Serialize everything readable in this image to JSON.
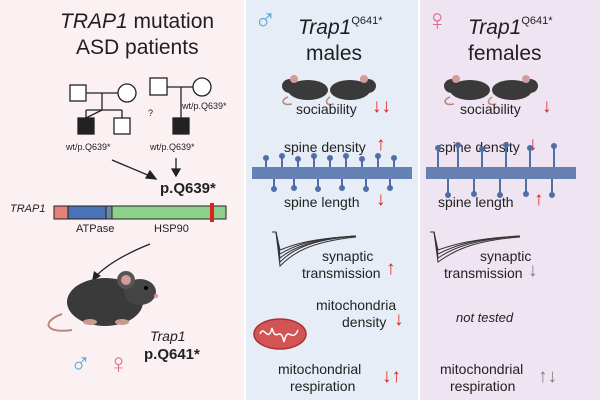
{
  "colors": {
    "left_bg": "#fbf1f3",
    "males_bg": "#e7edf7",
    "females_bg": "#efe4f1",
    "male_symbol": "#5aa7d3",
    "female_symbol": "#e06d88",
    "arrow_red": "#e02020",
    "arrow_gray": "#7d7d7d",
    "membrane_blue": "#4f6fa8",
    "atpase_blue": "#4a73b5",
    "hsp90_green": "#8cd08c",
    "n_term_red": "#e4827a",
    "mutation_red": "#e02020",
    "mito_red": "#d25454"
  },
  "left": {
    "title_gene": "TRAP1",
    "title_rest": " mutation",
    "title_line2": "ASD patients",
    "pedigree_label_1": "wt/p.Q639*",
    "pedigree_question": "?",
    "pedigree_label_2": "wt/p.Q639*",
    "pedigree_label_3": "wt/p.Q639*",
    "mutation_label": "p.Q639*",
    "protein_name": "TRAP1",
    "domain_atpase": "ATPase",
    "domain_hsp90": "HSP90",
    "mouse_gene": "Trap1",
    "mouse_mutation": "p.Q641*",
    "male_symbol": "♂",
    "female_symbol": "♀"
  },
  "males": {
    "symbol": "♂",
    "gene": "Trap1",
    "superscript": "Q641*",
    "title": "males",
    "sociability": "sociability",
    "spine_density": "spine density",
    "spine_length": "spine length",
    "synaptic_1": "synaptic",
    "synaptic_2": "transmission",
    "mito_density_1": "mitochondria",
    "mito_density_2": "density",
    "mito_resp_1": "mitochondrial",
    "mito_resp_2": "respiration",
    "arrows": {
      "sociability": "down-double",
      "spine_density": "up",
      "spine_length": "down",
      "synaptic_transmission": "up",
      "mitochondria_density": "down",
      "mitochondrial_respiration": "down-up"
    }
  },
  "females": {
    "symbol": "♀",
    "gene": "Trap1",
    "superscript": "Q641*",
    "title": "females",
    "sociability": "sociability",
    "spine_density": "spine density",
    "spine_length": "spine length",
    "synaptic_1": "synaptic",
    "synaptic_2": "transmission",
    "not_tested": "not tested",
    "mito_resp_1": "mitochondrial",
    "mito_resp_2": "respiration",
    "arrows": {
      "sociability": "down",
      "spine_density": "down",
      "spine_length": "up",
      "synaptic_transmission": "down-gray",
      "mitochondrial_respiration": "up-down-gray"
    }
  }
}
